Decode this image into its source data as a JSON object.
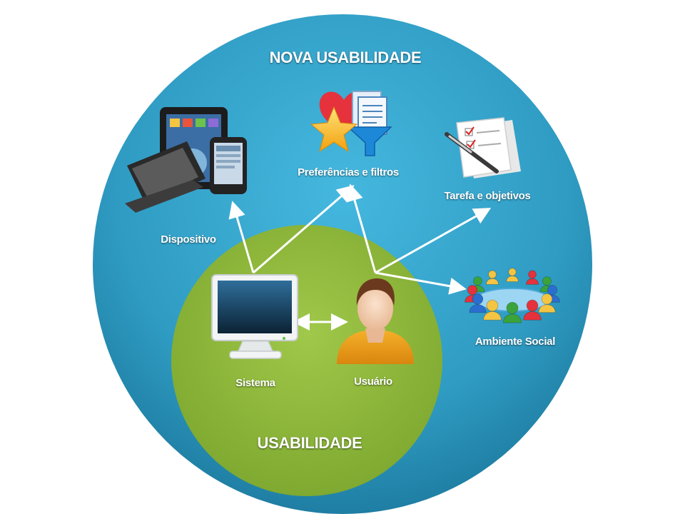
{
  "diagram": {
    "outer_title": "NOVA USABILIDADE",
    "inner_title": "USABILIDADE",
    "nodes": {
      "dispositivo": "Dispositivo",
      "preferencias": "Preferências e filtros",
      "tarefa": "Tarefa e objetivos",
      "ambiente": "Ambiente Social",
      "sistema": "Sistema",
      "usuario": "Usuário"
    },
    "colors": {
      "outer_circle": "#2E9BC0",
      "inner_circle": "#8FB83A",
      "arrows": "#FFFFFF",
      "text": "#FFFFFF"
    },
    "icons": {
      "dispositivo": "devices-icon",
      "preferencias": "preferences-filter-icon",
      "tarefa": "checklist-pen-icon",
      "ambiente": "social-group-icon",
      "sistema": "monitor-icon",
      "usuario": "user-avatar-icon"
    }
  }
}
